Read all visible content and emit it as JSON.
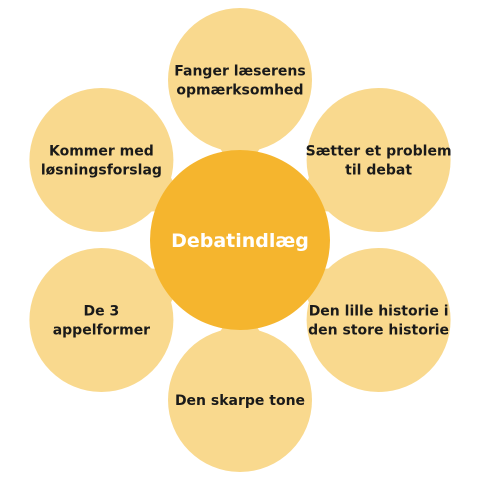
{
  "center": {
    "label": "Debatindlæg"
  },
  "petals": [
    {
      "lines": [
        "Fanger læserens",
        "opmærksomhed"
      ]
    },
    {
      "lines": [
        "Sætter et problem",
        "til debat"
      ]
    },
    {
      "lines": [
        "Den lille historie i",
        "den store historie"
      ]
    },
    {
      "lines": [
        "Den skarpe tone"
      ]
    },
    {
      "lines": [
        "De 3",
        "appelformer"
      ]
    },
    {
      "lines": [
        "Kommer med",
        "løsningsforslag"
      ]
    }
  ],
  "colors": {
    "petal": "#f9d98e",
    "center": "#f5b52e",
    "center_text": "#ffffff",
    "petal_text": "#1a1a1a"
  }
}
